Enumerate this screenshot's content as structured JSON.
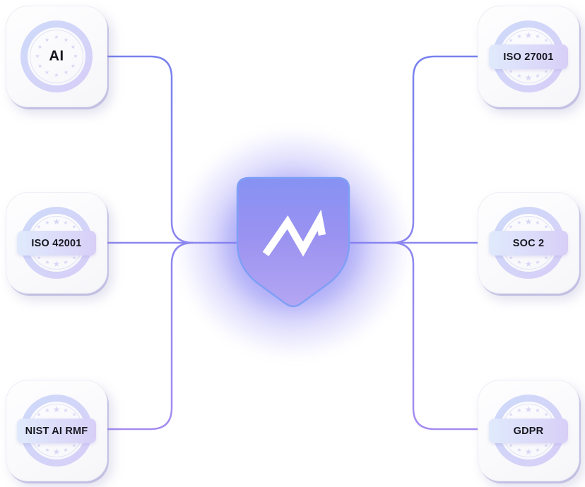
{
  "title": "Compliance frameworks connected to shield logo",
  "icons": {
    "star": "★",
    "center": "shield-with-n-monogram"
  },
  "colors": {
    "background": "#ffffff",
    "line_top": "#7680ef",
    "line_mid": "#8d87f0",
    "line_bottom": "#a78df1",
    "shield_top": "#8692f3",
    "shield_mid": "#9a92f1",
    "shield_bottom": "#b4a6f2",
    "shield_stroke": "#7f9ff6",
    "glow": "#8181f0",
    "seal_ring_start": "#cedbfa",
    "seal_ring_end": "#d8cef7",
    "ribbon_start": "#e0eafc",
    "ribbon_end": "#d8cff7",
    "star": "#d8d7f5",
    "label_text": "#17171f",
    "logo_mark": "#ffffff"
  },
  "center": {
    "shape": "shield",
    "logo": "N"
  },
  "badges": [
    {
      "label": "AI",
      "style": "circle",
      "position": "top-left"
    },
    {
      "label": "ISO 27001",
      "style": "ribbon",
      "position": "top-right"
    },
    {
      "label": "ISO 42001",
      "style": "ribbon",
      "position": "middle-left"
    },
    {
      "label": "SOC 2",
      "style": "ribbon",
      "position": "middle-right"
    },
    {
      "label": "NIST AI RMF",
      "style": "ribbon",
      "position": "bottom-left"
    },
    {
      "label": "GDPR",
      "style": "ribbon",
      "position": "bottom-right"
    }
  ]
}
